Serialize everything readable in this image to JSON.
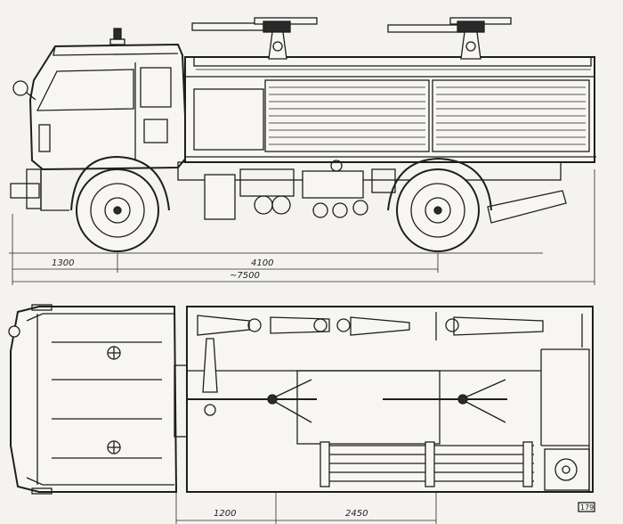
{
  "drawing": {
    "side_view": {
      "dimensions": {
        "front_overhang": "1300",
        "wheelbase": "4100",
        "overall_length": "~7500"
      }
    },
    "top_view": {
      "dimensions": {
        "cab_offset": "1200",
        "body_section": "2450"
      }
    },
    "reference_number": "179"
  }
}
